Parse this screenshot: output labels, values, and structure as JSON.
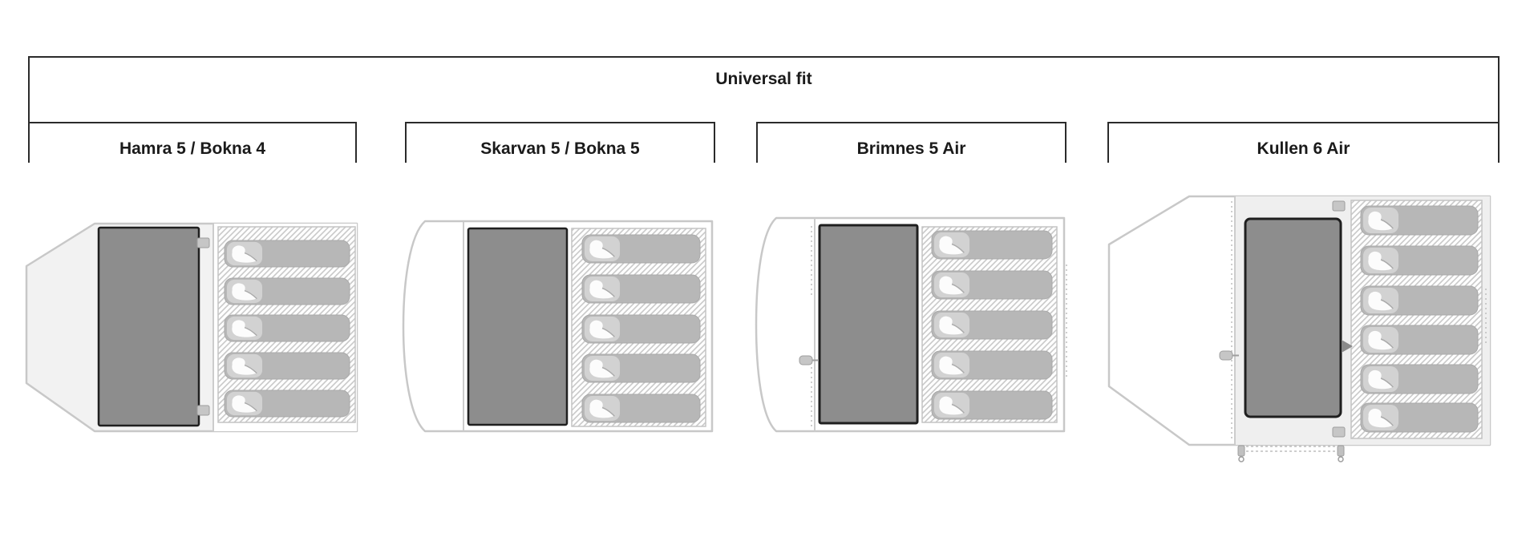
{
  "banner": {
    "title": "Universal fit"
  },
  "columns": [
    {
      "label": "Hamra 5 / Bokna 4"
    },
    {
      "label": "Skarvan 5 / Bokna 5"
    },
    {
      "label": "Brimnes 5 Air"
    },
    {
      "label": "Kullen 6 Air"
    }
  ],
  "tents": [
    {
      "name": "Hamra 5 / Bokna 4",
      "berths": 5
    },
    {
      "name": "Skarvan 5 / Bokna 5",
      "berths": 5
    },
    {
      "name": "Brimnes 5 Air",
      "berths": 5
    },
    {
      "name": "Kullen 6 Air",
      "berths": 6
    }
  ],
  "colors": {
    "box_border": "#2b2b2b",
    "text": "#1a1a1a",
    "tent_outline": "#c8c8c8",
    "inner_cabin_fill": "#8d8d8d",
    "inner_cabin_border": "#1f1f1f",
    "pad_fill": "#b7b7b7",
    "pad_edge": "#a9a9a9",
    "pad_head_fill": "#d2d2d2",
    "hatch_line": "#c9c9c9",
    "hatch_edge": "#c4c4c4",
    "porch_fill": "#f2f2f2",
    "floor_fill": "#efefef",
    "hardware_fill": "#c6c6c6",
    "hardware_edge": "#9e9e9e",
    "dash_line": "#bdbdbd",
    "arrow_fill": "#8a8a8a"
  }
}
